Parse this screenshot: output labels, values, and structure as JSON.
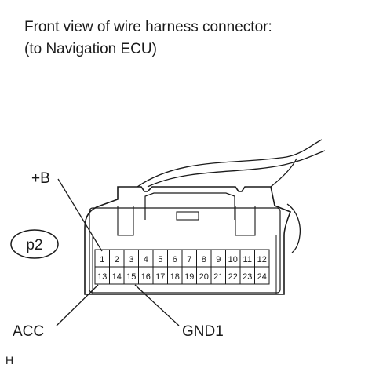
{
  "title": {
    "line1": "Front view of wire harness connector:",
    "line2": "(to Navigation ECU)"
  },
  "connector_code": "p2",
  "labels": {
    "plus_b": "+B",
    "acc": "ACC",
    "gnd1": "GND1"
  },
  "pins_top": [
    "1",
    "2",
    "3",
    "4",
    "5",
    "6",
    "7",
    "8",
    "9",
    "10",
    "11",
    "12"
  ],
  "pins_bottom": [
    "13",
    "14",
    "15",
    "16",
    "17",
    "18",
    "19",
    "20",
    "21",
    "22",
    "23",
    "24"
  ],
  "figure_code": "H"
}
